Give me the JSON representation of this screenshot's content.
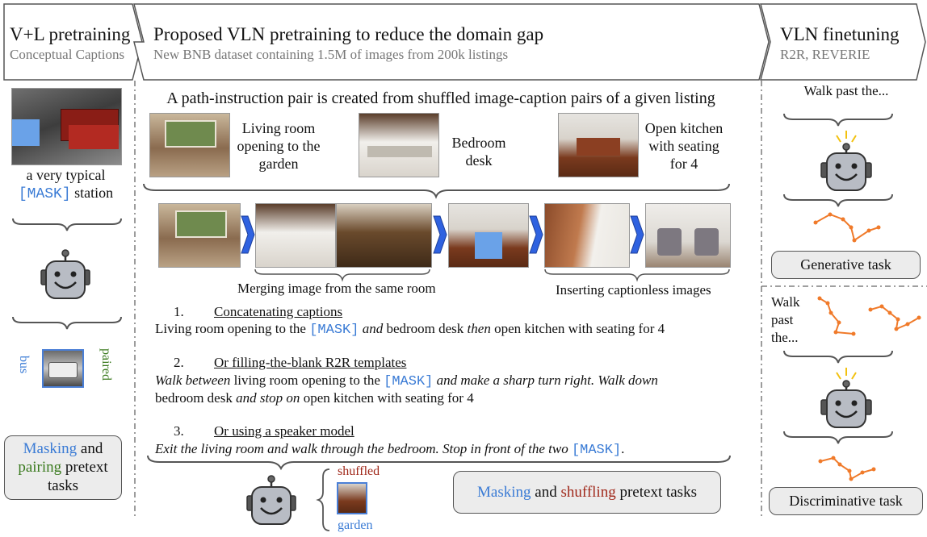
{
  "header": {
    "stage1": {
      "title": "V+L pretraining",
      "subtitle": "Conceptual Captions"
    },
    "stage2": {
      "title": "Proposed VLN pretraining to reduce the domain gap",
      "subtitle": "New BNB dataset containing 1.5M of images from 200k listings"
    },
    "stage3": {
      "title": "VLN finetuning",
      "subtitle": "R2R, REVERIE"
    }
  },
  "left": {
    "caption_a": "a very typical",
    "mask_token": "[MASK]",
    "caption_b": "station",
    "word_bus": "bus",
    "word_paired": "paired",
    "task_mask": "Masking",
    "task_and": "and",
    "task_pair": "pairing",
    "task_rest1": "pretext",
    "task_rest2": "tasks"
  },
  "middle": {
    "intro": "A path-instruction pair is created from shuffled image-caption pairs of a given listing",
    "captions": [
      "Living room opening to the garden",
      "Bedroom desk",
      "Open kitchen with seating for 4"
    ],
    "merge_label": "Merging image from the same room",
    "insert_label": "Inserting captionless images",
    "step1": {
      "num": "1.",
      "title": "Concatenating captions",
      "t1": "Living room opening to the",
      "mask": "[MASK]",
      "t2": "and",
      "t3": "bedroom desk",
      "t4": "then",
      "t5": "open kitchen with seating for 4"
    },
    "step2": {
      "num": "2.",
      "title": "Or filling-the-blank R2R templates",
      "t1": "Walk between",
      "t2": "living room opening to the",
      "mask": "[MASK]",
      "t3": "and make a sharp turn right. Walk down",
      "t4": "bedroom desk",
      "t5": "and stop on",
      "t6": "open kitchen with seating for 4"
    },
    "step3": {
      "num": "3.",
      "title": "Or using a speaker model",
      "t1": "Exit the living room and walk through the bedroom. Stop in front of the two",
      "mask": "[MASK]",
      "t2": "."
    },
    "word_shuffled": "shuffled",
    "word_garden": "garden",
    "task_mask": "Masking",
    "task_and": "and",
    "task_shuffle": "shuffling",
    "task_rest": "pretext tasks"
  },
  "right": {
    "walk_top": "Walk past the...",
    "generative": "Generative task",
    "walk_lines": [
      "Walk",
      "past",
      "the..."
    ],
    "discriminative": "Discriminative task"
  },
  "colors": {
    "mask_blue": "#3a7bd5",
    "pair_green": "#3a7a1e",
    "shuffle_red": "#a0281a",
    "path_orange": "#f07a2a",
    "chevron_blue": "#2f62e0"
  }
}
